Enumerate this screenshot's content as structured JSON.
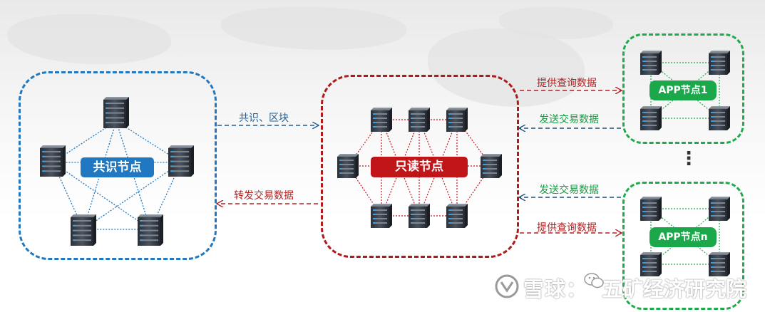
{
  "groups": {
    "consensus": {
      "label": "共识节点",
      "color": "#1f78c1"
    },
    "readonly": {
      "label": "只读节点",
      "color": "#c0161a"
    },
    "app1": {
      "label": "APP节点1",
      "color": "#1aa84b"
    },
    "appn": {
      "label": "APP节点n",
      "color": "#1aa84b"
    }
  },
  "edges": {
    "consensus_to_readonly": "共识、区块",
    "readonly_to_consensus": "转发交易数据",
    "readonly_to_app1": "提供查询数据",
    "app1_to_readonly": "发送交易数据",
    "appn_to_readonly": "发送交易数据",
    "readonly_to_appn": "提供查询数据"
  },
  "ellipsis": "⋮",
  "watermark": {
    "platform": "雪球：",
    "account": "五矿经济研究院",
    "icons": [
      "xueqiu-logo-icon",
      "wechat-icon"
    ]
  },
  "colors": {
    "blue": "#1f78c1",
    "red": "#b01a1a",
    "green": "#1faa4e"
  }
}
